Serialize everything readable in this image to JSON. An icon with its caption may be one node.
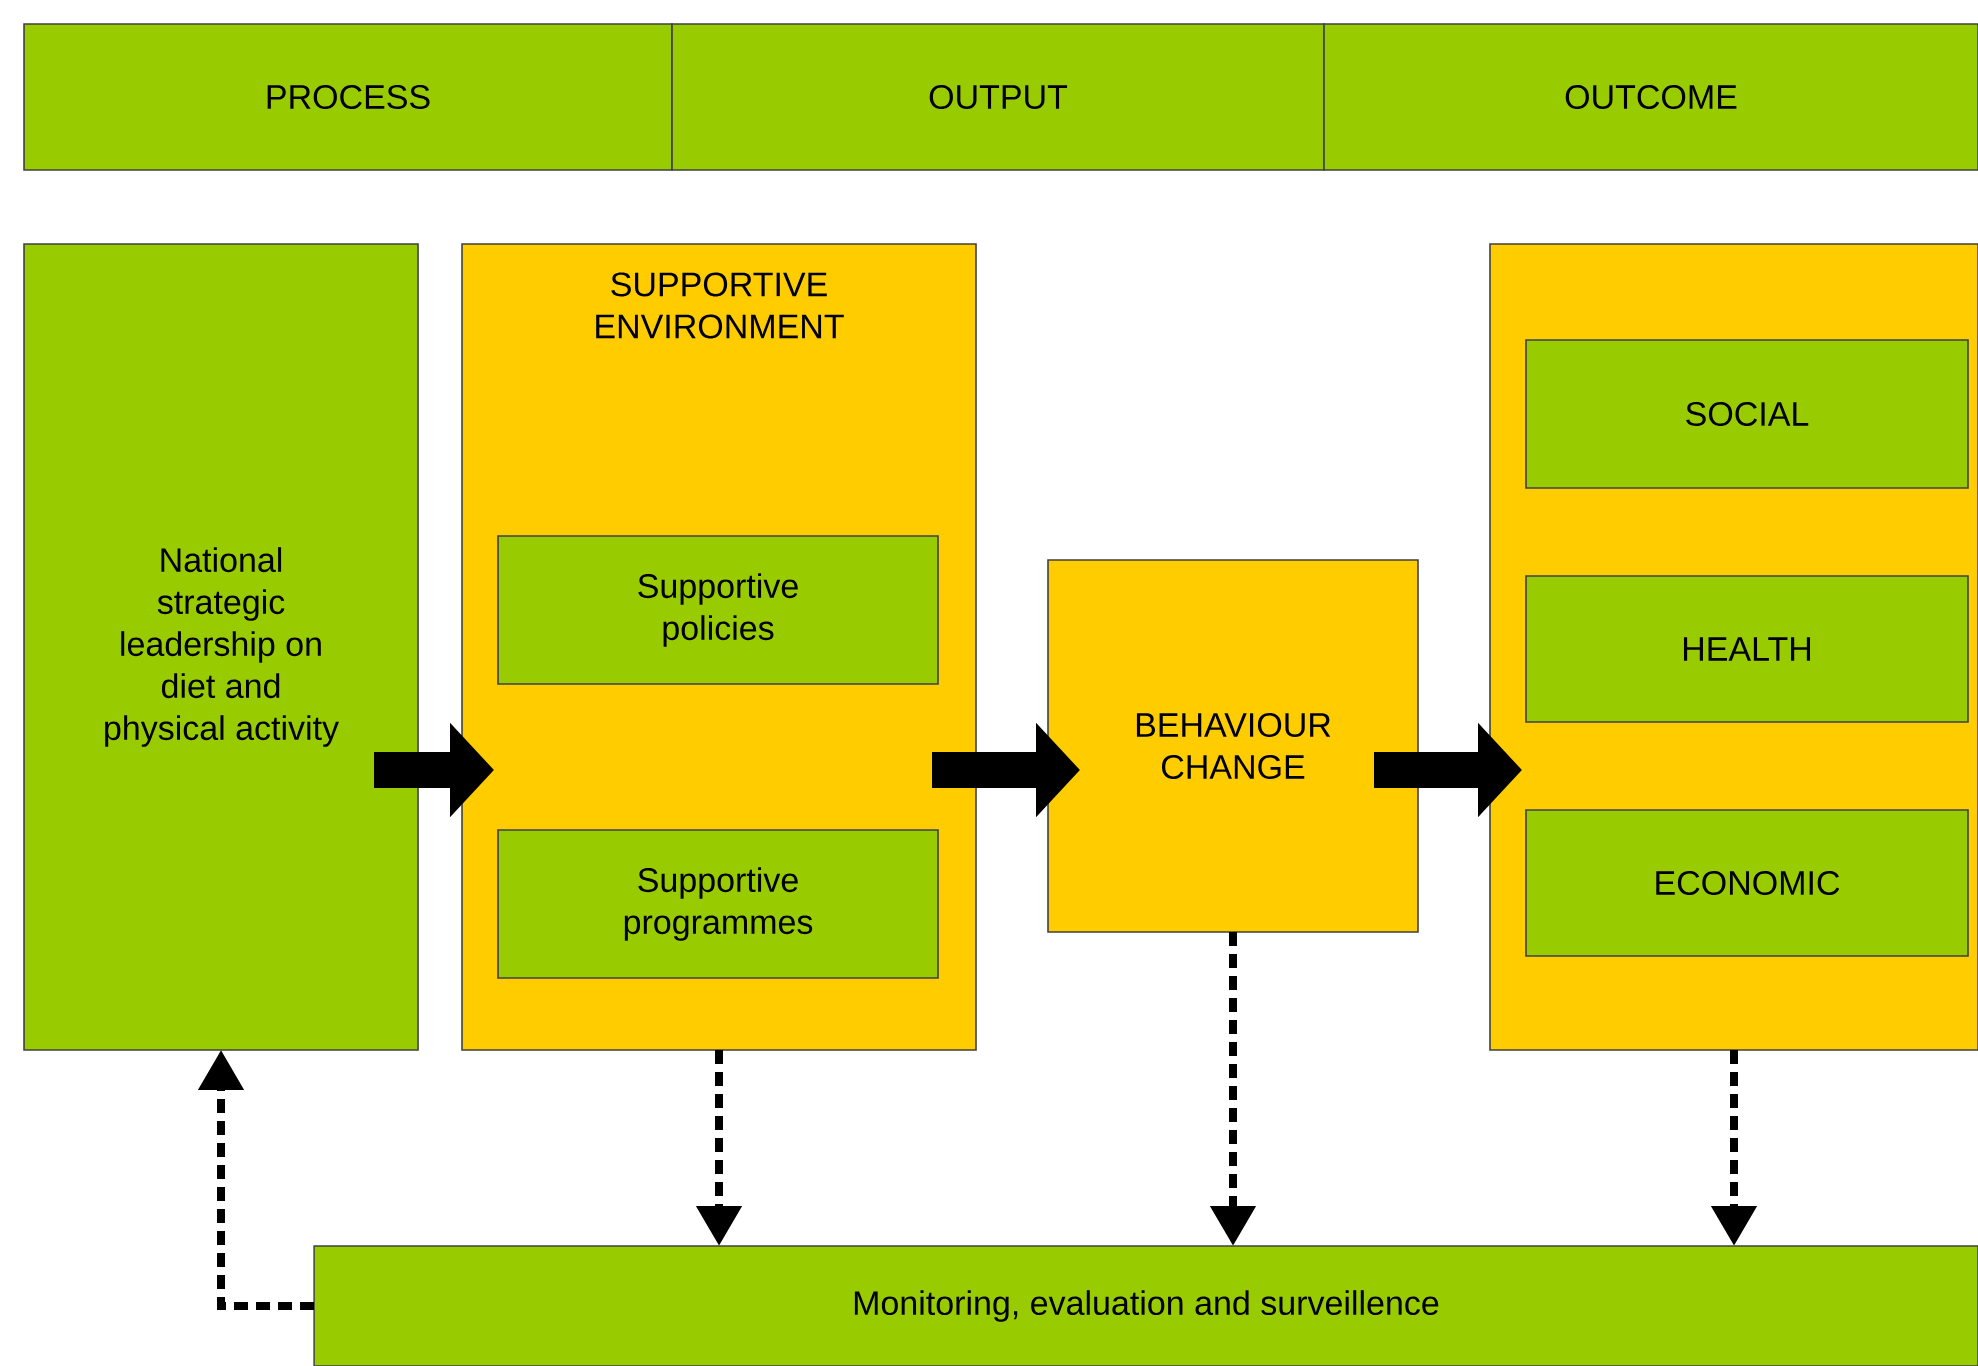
{
  "diagram": {
    "nodes": [
      {
        "text": [
          "PROCESS"
        ]
      },
      {
        "text": [
          "OUTPUT"
        ]
      },
      {
        "text": [
          "OUTCOME"
        ]
      },
      {
        "text": [
          "National strategic leadership on diet and physical activity"
        ]
      },
      {
        "text": [
          "SUPPORTIVE ENVIRONMENT"
        ]
      },
      {
        "text": [
          "Supportive policies"
        ],
        "in": 4
      },
      {
        "text": [
          "Supportive programmes"
        ],
        "in": 4
      },
      {
        "text": [
          "BEHAVIOUR CHANGE"
        ]
      },
      {
        "text": [],
        "shape": "box"
      },
      {
        "text": [
          "SOCIAL"
        ],
        "in": 8
      },
      {
        "text": [
          "HEALTH"
        ],
        "in": 8
      },
      {
        "text": [
          "ECONOMIC"
        ],
        "in": 8
      },
      {
        "text": [
          "Monitoring, evaluation and surveillence"
        ]
      }
    ],
    "edges": [
      {
        "from": 3,
        "to": 4,
        "arrow": "to",
        "style": "thick"
      },
      {
        "from": 4,
        "to": 7,
        "arrow": "to",
        "style": "thick"
      },
      {
        "from": 7,
        "to": 8,
        "arrow": "to",
        "style": "thick"
      },
      {
        "from": 4,
        "to": 12,
        "arrow": "to",
        "style": "dashed"
      },
      {
        "from": 7,
        "to": 12,
        "arrow": "to",
        "style": "dashed"
      },
      {
        "from": 8,
        "to": 12,
        "arrow": "to",
        "style": "dashed"
      },
      {
        "from": 12,
        "to": 3,
        "arrow": "to",
        "style": "dashed"
      }
    ]
  }
}
